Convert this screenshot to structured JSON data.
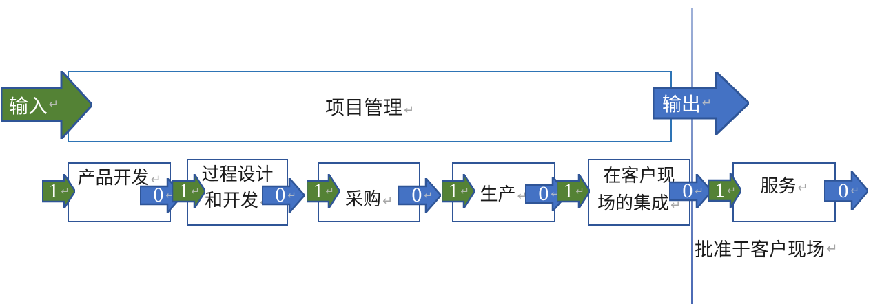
{
  "labels": {
    "input": "输入",
    "output": "输出",
    "project": "项目管理",
    "zero": "0",
    "one": "1",
    "return_mark": "↵",
    "note": "批准于客户现场"
  },
  "boxes": [
    {
      "lines": [
        "产品开发"
      ]
    },
    {
      "lines": [
        "过程设计",
        "和开发"
      ]
    },
    {
      "lines": [
        "采购"
      ]
    },
    {
      "lines": [
        "生产"
      ]
    },
    {
      "lines": [
        "在客户现",
        "场的集成"
      ]
    },
    {
      "lines": [
        "服务"
      ]
    }
  ],
  "colors": {
    "arrow_green_fill": "#548235",
    "arrow_blue_fill": "#4472C4",
    "arrow_border": "#2F5597",
    "box_border": "#2F5597",
    "project_box_border": "#2E74B5",
    "return_mark_gray": "#A6A6A6",
    "divider_line": "#4472C4",
    "text_black": "#1A1A1A",
    "arrow_text_white": "#FFFFFF"
  }
}
